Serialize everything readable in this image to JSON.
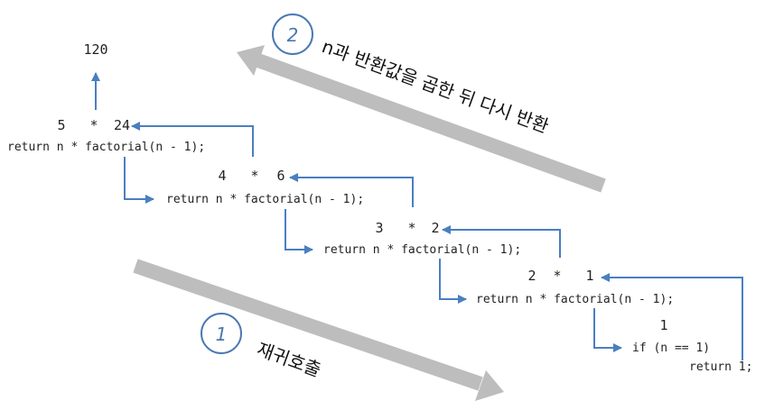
{
  "result": "120",
  "levels": [
    {
      "code": "return n * factorial(n - 1);",
      "n": "5",
      "op": "*",
      "value": "24"
    },
    {
      "code": "return n * factorial(n - 1);",
      "n": "4",
      "op": "*",
      "value": "6"
    },
    {
      "code": "return n * factorial(n - 1);",
      "n": "3",
      "op": "*",
      "value": "2"
    },
    {
      "code": "return n * factorial(n - 1);",
      "n": "2",
      "op": "*",
      "value": "1"
    }
  ],
  "base": {
    "n": "1",
    "condition": "if (n == 1)",
    "return_stmt": "return 1;"
  },
  "phase_recursive_call": {
    "number": "1",
    "label": "재귀호출"
  },
  "phase_return": {
    "number": "2",
    "label": "n과 반환값을 곱한 뒤 다시 반환"
  },
  "colors": {
    "connector": "#4a7fc0",
    "big_arrow": "#bdbdbd",
    "badge": "#4a78b3"
  }
}
